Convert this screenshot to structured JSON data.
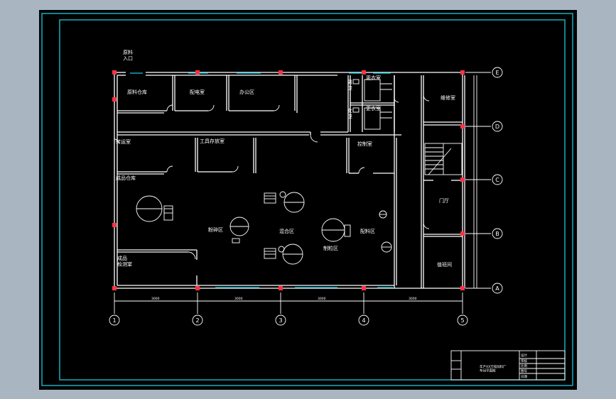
{
  "drawing": {
    "rooms": {
      "raw_entrance": "原料\n入口",
      "raw_storage": "原料仓库",
      "power_room": "配电室",
      "office": "办公区",
      "men_toilet": "男\n卫",
      "women_toilet": "女\n卫",
      "changing_1": "更衣室",
      "changing_2": "更衣室",
      "repair_room": "维修室",
      "transport_room": "转运室",
      "tool_room": "工具存放室",
      "control_room": "控制室",
      "finished_storage": "成品仓库",
      "crushing_area": "粉碎区",
      "mixing_area": "混合区",
      "ingredient_area": "配料区",
      "granulation_area": "制粒区",
      "finished_test": "成品\n检测室",
      "lobby": "门厅",
      "duty_room": "值班间"
    },
    "axis_columns": [
      "1",
      "2",
      "3",
      "4",
      "5"
    ],
    "axis_rows": [
      "A",
      "B",
      "C",
      "D",
      "E"
    ],
    "dimensions": [
      "3000",
      "3000",
      "3000",
      "3000"
    ],
    "title_block": {
      "project": "年产XX万吨饲料厂\n车间平面图",
      "label_1": "设计",
      "label_2": "审核",
      "label_3": "比例",
      "label_4": "图号",
      "label_5": "日期"
    }
  },
  "colors": {
    "background": "#000000",
    "frame": "#16c8e0",
    "lines": "#ffffff",
    "pins": "#ff3344"
  }
}
